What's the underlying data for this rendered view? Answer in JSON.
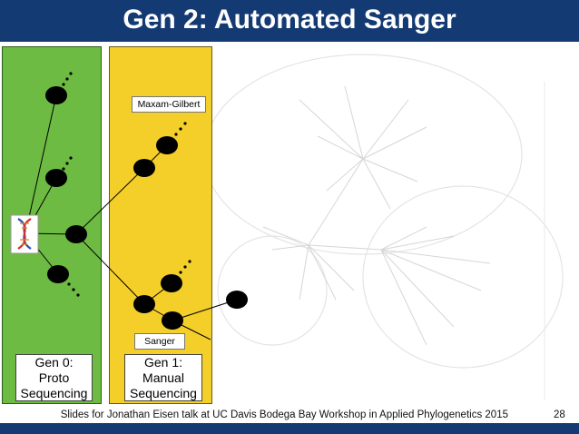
{
  "slide": {
    "title": "Gen 2: Automated Sanger",
    "footer": "Slides for Jonathan Eisen talk at UC Davis Bodega Bay Workshop in Applied Phylogenetics 2015",
    "page_number": "28"
  },
  "labels": {
    "maxam_gilbert": "Maxam-Gilbert",
    "sanger": "Sanger",
    "gen0_line1": "Gen 0:",
    "gen0_line2": "Proto",
    "gen0_line3": "Sequencing",
    "gen1_line1": "Gen 1:",
    "gen1_line2": "Manual",
    "gen1_line3": "Sequencing"
  },
  "colors": {
    "title_bar": "#143a73",
    "gen0_panel": "#6dbb43",
    "gen1_panel": "#f4cf2a",
    "node": "#000000"
  }
}
